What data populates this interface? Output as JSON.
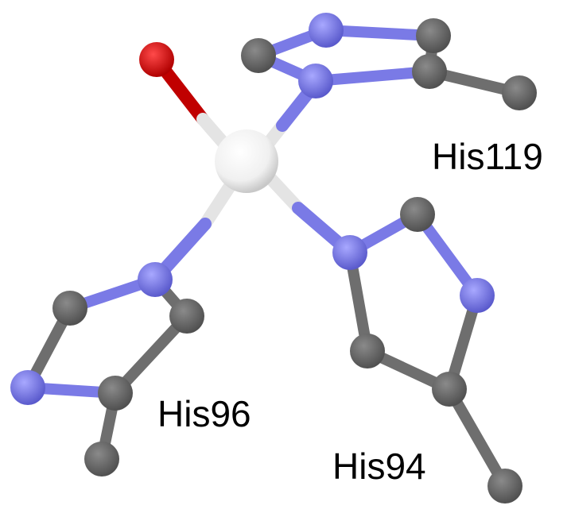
{
  "labels": {
    "his119": "His119",
    "his96": "His96",
    "his94": "His94"
  },
  "colors": {
    "background": "#ffffff",
    "zinc": "#f2f2f2",
    "oxygen": "#d40000",
    "nitrogen": "#7a7ae6",
    "carbon": "#6e6e6e",
    "bond_white": "#e8e8e8",
    "label": "#000000"
  }
}
